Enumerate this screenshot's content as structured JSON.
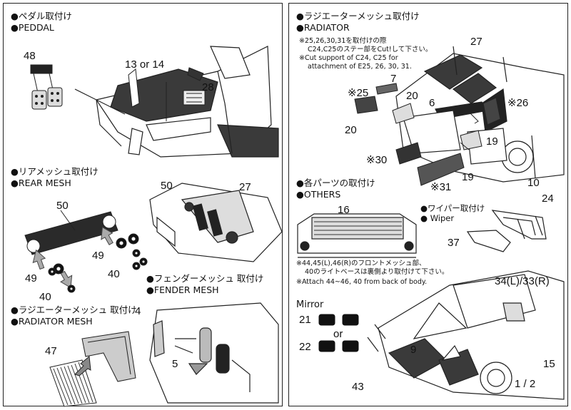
{
  "left": {
    "pedal": {
      "title_jp": "●ペダル取付け",
      "title_en": "●PEDDAL",
      "labels": [
        "48",
        "13 or 14",
        "28"
      ]
    },
    "rear_mesh": {
      "title_jp": "●リアメッシュ取付け",
      "title_en": "●REAR MESH",
      "labels": [
        "50",
        "49",
        "49",
        "40",
        "40",
        "50",
        "27"
      ]
    },
    "fender_mesh": {
      "title_jp": "●フェンダーメッシュ 取付け",
      "title_en": "●FENDER MESH",
      "labels": [
        "4",
        "5"
      ]
    },
    "radiator_mesh": {
      "title_jp": "●ラジエーターメッシュ 取付け",
      "title_en": "●RADIATOR MESH",
      "labels": [
        "47"
      ]
    }
  },
  "right": {
    "radiator": {
      "title_jp": "●ラジエーターメッシュ取付け",
      "title_en": "●RADIATOR",
      "note_lines": [
        "※25,26,30,31を取付けの際",
        "C24,C25のステー部をCut!して下さい。",
        "※Cut support of C24, C25 for",
        "attachment of E25, 26, 30, 31."
      ],
      "labels": [
        "27",
        "7",
        "※25",
        "20",
        "6",
        "※26",
        "20",
        "19",
        "※30",
        "19",
        "10",
        "※31"
      ]
    },
    "others": {
      "title_jp": "●各パーツの取付け",
      "title_en": "●OTHERS",
      "labels": [
        "16"
      ],
      "wiper_jp": "●ワイパー取付け",
      "wiper_en": "● Wiper",
      "wiper_labels": [
        "24",
        "37"
      ],
      "note_lines": [
        "※44,45(L),46(R)のフロントメッシュ部、",
        "40のライトベースは裏側より取付けて下さい。",
        "※Attach 44~46,  40 from back of body."
      ]
    },
    "mirror": {
      "title": "Mirror",
      "labels": [
        "21",
        "or",
        "22"
      ]
    },
    "front": {
      "labels": [
        "34(L)/33(R)",
        "9",
        "15",
        "1 / 2",
        "43"
      ]
    }
  }
}
